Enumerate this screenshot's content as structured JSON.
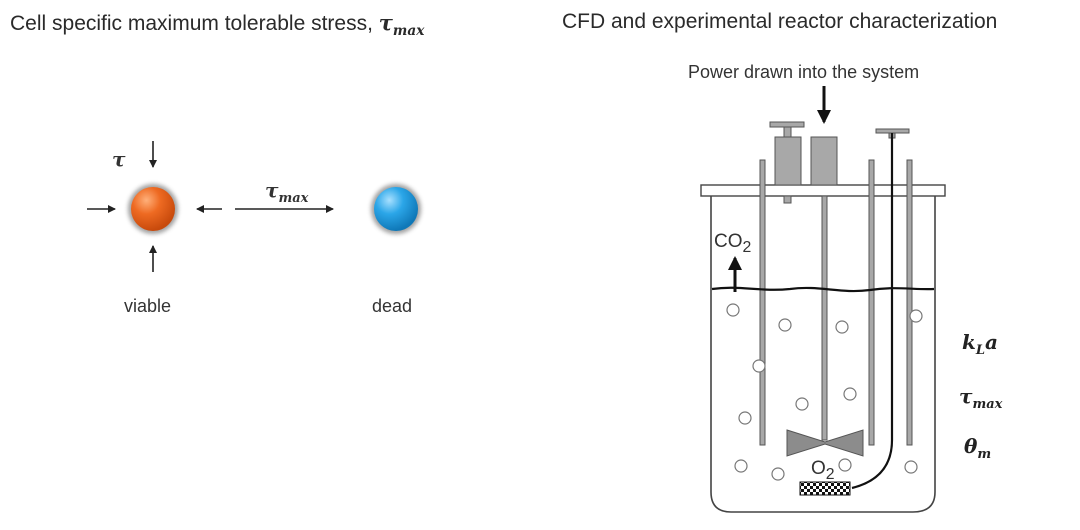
{
  "left_panel": {
    "title": "Cell specific maximum tolerable stress, ",
    "title_symbol": "τ",
    "title_symbol_sub": "max",
    "tau_label": "τ",
    "arrow_label": "τ",
    "arrow_label_sub": "max",
    "viable_label": "viable",
    "dead_label": "dead"
  },
  "right_panel": {
    "title": "CFD and experimental reactor characterization",
    "power_label": "Power drawn into the system",
    "co2_label": "CO",
    "co2_sub": "2",
    "o2_label": "O",
    "o2_sub": "2",
    "params": [
      {
        "sym": "k",
        "sub": "L",
        "tail": "a"
      },
      {
        "sym": "τ",
        "sub": "max",
        "tail": ""
      },
      {
        "sym": "θ",
        "sub": "m",
        "tail": ""
      }
    ]
  },
  "colors": {
    "viable_cell": "#e8621d",
    "dead_cell": "#1e9fe0",
    "line": "#222222",
    "hardware_gray": "#a8a8a8"
  }
}
